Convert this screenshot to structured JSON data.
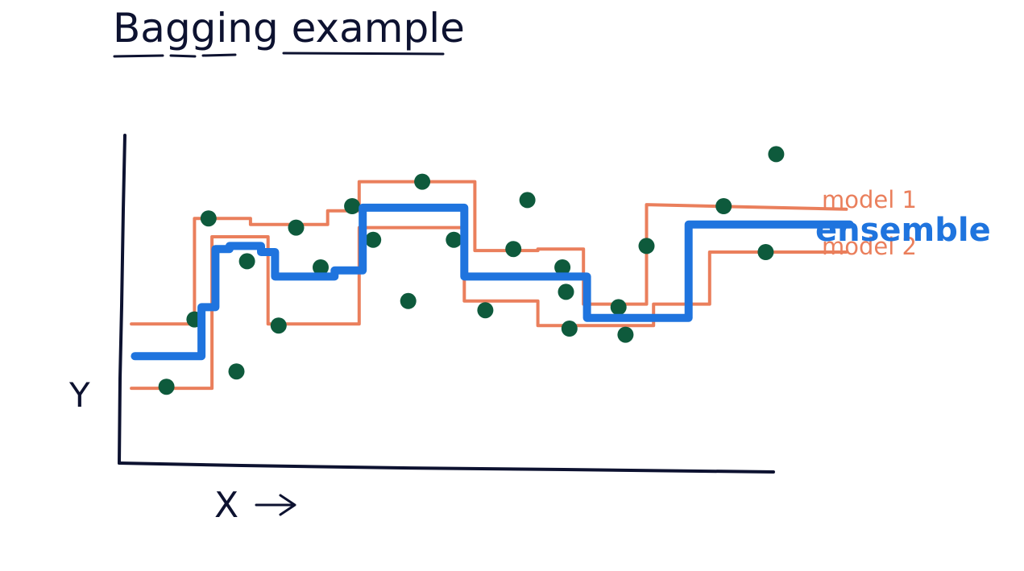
{
  "title": "Bagging example",
  "chart_data": {
    "type": "scatter",
    "title": "Bagging example",
    "xlabel": "X",
    "ylabel": "Y",
    "xlim": [
      0,
      10
    ],
    "ylim": [
      0,
      10
    ],
    "grid": false,
    "colors": {
      "points": "#0e5a3c",
      "models": "#ea7f5c",
      "ensemble": "#1f74de",
      "ink": "#0d1230"
    },
    "points": [
      [
        0.65,
        2.1
      ],
      [
        1.05,
        4.3
      ],
      [
        1.25,
        7.6
      ],
      [
        1.65,
        2.6
      ],
      [
        1.8,
        6.2
      ],
      [
        2.25,
        4.1
      ],
      [
        2.5,
        7.3
      ],
      [
        2.85,
        6.0
      ],
      [
        3.3,
        8.0
      ],
      [
        3.6,
        6.9
      ],
      [
        4.1,
        4.9
      ],
      [
        4.3,
        8.8
      ],
      [
        4.75,
        6.9
      ],
      [
        5.2,
        4.6
      ],
      [
        5.6,
        6.6
      ],
      [
        5.8,
        8.2
      ],
      [
        6.3,
        6.0
      ],
      [
        6.35,
        5.2
      ],
      [
        6.4,
        4.0
      ],
      [
        7.1,
        4.7
      ],
      [
        7.2,
        3.8
      ],
      [
        7.5,
        6.7
      ],
      [
        8.6,
        8.0
      ],
      [
        9.2,
        6.5
      ],
      [
        9.35,
        9.7
      ]
    ],
    "series": [
      {
        "name": "model 1",
        "line_label": "model 1",
        "color": "#ea7f5c",
        "x": [
          0.15,
          1.05,
          1.05,
          1.85,
          1.85,
          2.95,
          2.95,
          3.4,
          3.4,
          5.05,
          5.05,
          5.95,
          5.95,
          6.6,
          6.6,
          7.5,
          7.5,
          10.35
        ],
        "y": [
          4.15,
          4.15,
          7.6,
          7.6,
          7.4,
          7.4,
          7.85,
          7.85,
          8.8,
          8.8,
          6.55,
          6.55,
          6.6,
          6.6,
          4.8,
          4.8,
          8.05,
          7.9
        ]
      },
      {
        "name": "model 2",
        "line_label": "model 2",
        "color": "#ea7f5c",
        "x": [
          0.15,
          1.3,
          1.3,
          2.1,
          2.1,
          3.4,
          3.4,
          4.9,
          4.9,
          5.95,
          5.95,
          7.6,
          7.6,
          8.4,
          8.4,
          10.35
        ],
        "y": [
          2.05,
          2.05,
          7.0,
          7.0,
          4.15,
          4.15,
          7.3,
          7.3,
          4.9,
          4.9,
          4.1,
          4.1,
          4.8,
          4.8,
          6.5,
          6.5
        ]
      },
      {
        "name": "ensemble",
        "line_label": "ensemble",
        "color": "#1f74de",
        "x": [
          0.2,
          1.15,
          1.15,
          1.35,
          1.35,
          1.55,
          1.55,
          2.0,
          2.0,
          2.2,
          2.2,
          3.05,
          3.05,
          3.45,
          3.45,
          4.9,
          4.9,
          6.65,
          6.65,
          7.8,
          7.8,
          8.1,
          8.1,
          10.4
        ],
        "y": [
          3.1,
          3.1,
          4.7,
          4.7,
          6.6,
          6.6,
          6.7,
          6.7,
          6.5,
          6.5,
          5.7,
          5.7,
          5.9,
          5.9,
          7.95,
          7.95,
          5.7,
          5.7,
          4.35,
          4.35,
          4.35,
          4.35,
          7.4,
          7.4
        ]
      }
    ]
  }
}
